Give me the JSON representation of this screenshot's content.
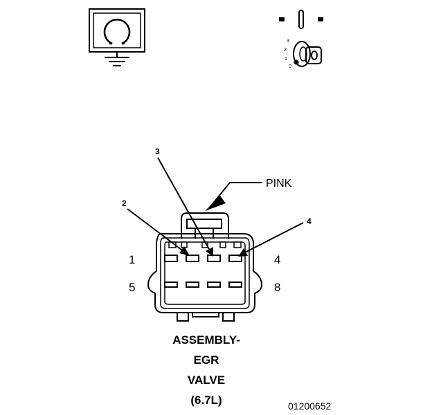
{
  "wire_color": "PINK",
  "callouts": [
    "2",
    "3",
    "4"
  ],
  "pin_labels": {
    "top_left": "1",
    "top_right": "4",
    "bottom_left": "5",
    "bottom_right": "8"
  },
  "caption": {
    "line1": "ASSEMBLY-",
    "line2": "EGR",
    "line3": "VALVE",
    "line4": "(6.7L)"
  },
  "figure_id": "01200652",
  "ignition_positions": [
    "3",
    "2",
    "1",
    "0"
  ],
  "icons": {
    "meter": "ohmmeter-ground-icon",
    "ignition": "ignition-key-off-icon"
  },
  "colors": {
    "ink": "#000000",
    "background": "#ffffff"
  }
}
